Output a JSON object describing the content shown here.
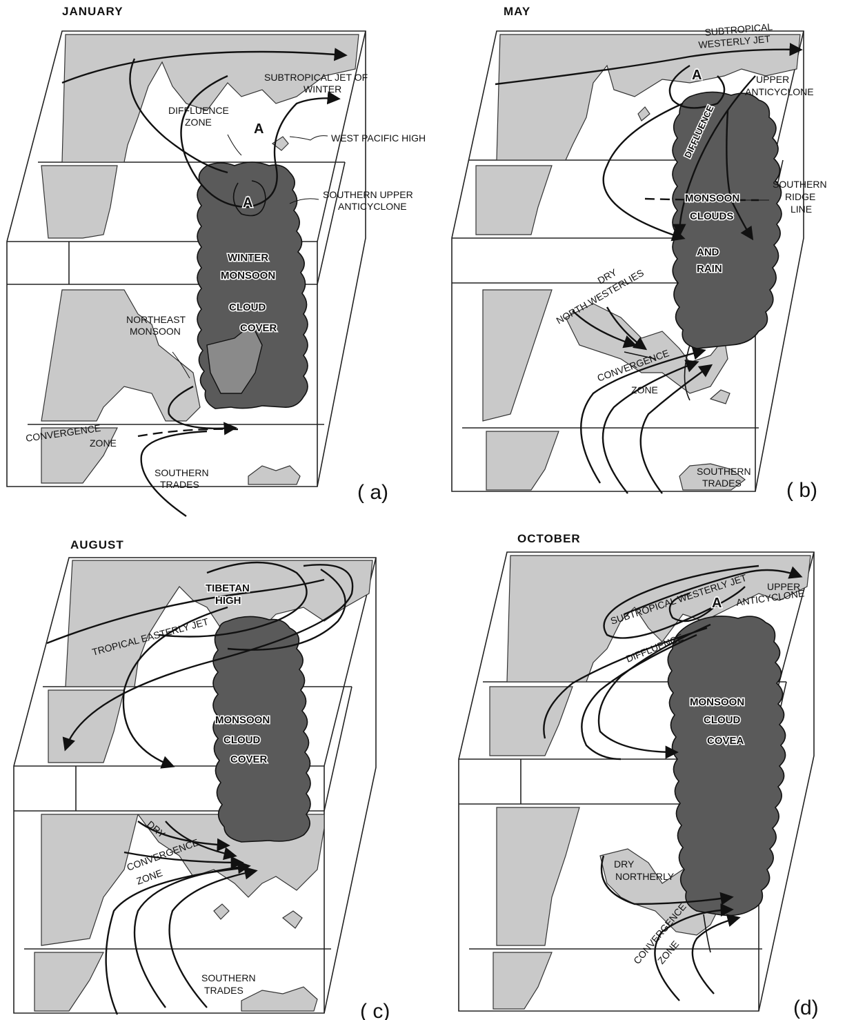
{
  "panels": [
    {
      "id": "a",
      "month": "JANUARY",
      "panel_label": "( a)",
      "labels": {
        "jet": "SUBTROPICAL JET OF",
        "jet2": "WINTER",
        "diffluence": "DIFFLUENCE",
        "diffluence2": "ZONE",
        "wph": "WEST PACIFIC HIGH",
        "anticyclone_a": "A",
        "anticyclone_a2": "A",
        "southern_upper": "SOUTHERN UPPER",
        "southern_upper2": "ANTICYCLONE",
        "winter": "WINTER",
        "monsoon": "MONSOON",
        "cloud": "CLOUD",
        "cover": "COVER",
        "ne": "NORTHEAST",
        "ne2": "MONSOON",
        "conv": "CONVERGENCE",
        "conv2": "ZONE",
        "trades": "SOUTHERN",
        "trades2": "TRADES"
      }
    },
    {
      "id": "b",
      "month": "MAY",
      "panel_label": "( b)",
      "labels": {
        "jet": "SUBTROPICAL",
        "jet2": "WESTERLY JET",
        "anticyclone_a": "A",
        "upper": "UPPER",
        "upper2": "ANTICYCLONE",
        "diffluence": "DIFFLUENCE",
        "southern_ridge": "SOUTHERN",
        "southern_ridge2": "RIDGE",
        "southern_ridge3": "LINE",
        "monsoon": "MONSOON",
        "clouds": "CLOUDS",
        "and": "AND",
        "rain": "RAIN",
        "dry": "DRY",
        "nw": "NORTH WESTERLIES",
        "conv": "CONVERGENCE",
        "conv2": "ZONE",
        "trades": "SOUTHERN",
        "trades2": "TRADES"
      }
    },
    {
      "id": "c",
      "month": "AUGUST",
      "panel_label": "( c)",
      "labels": {
        "tibetan": "TIBETAN",
        "high": "HIGH",
        "tej": "TROPICAL EASTERLY JET",
        "monsoon": "MONSOON",
        "cloud": "CLOUD",
        "cover": "COVER",
        "dry": "DRY",
        "conv": "CONVERGENCE",
        "conv2": "ZONE",
        "trades": "SOUTHERN",
        "trades2": "TRADES"
      }
    },
    {
      "id": "d",
      "month": "OCTOBER",
      "panel_label": "(d)",
      "labels": {
        "jet": "SUBTROPICAL WESTERLY JET",
        "anticyclone_a": "A",
        "upper": "UPPER",
        "upper2": "ANTICYCLONE",
        "diffluence": "DIFFLUENCE",
        "monsoon": "MONSOON",
        "cloud": "CLOUD",
        "cover": "COVEA",
        "dry": "DRY",
        "northerly": "NORTHERLY",
        "conv": "CONVERGENCE",
        "conv2": "ZONE"
      }
    }
  ]
}
